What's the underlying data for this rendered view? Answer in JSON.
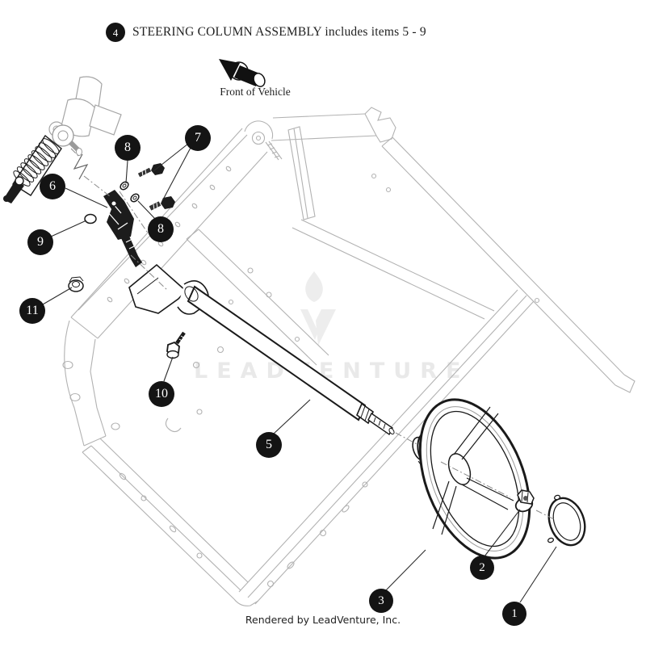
{
  "header": {
    "assembly_callout_number": "4",
    "assembly_title": "STEERING COLUMN ASSEMBLY includes items 5 - 9"
  },
  "orientation": {
    "label": "Front of Vehicle"
  },
  "watermark": {
    "text": "LEADVENTURE"
  },
  "footer": {
    "credit": "Rendered by LeadVenture, Inc."
  },
  "callouts": [
    {
      "number": "1"
    },
    {
      "number": "2"
    },
    {
      "number": "3"
    },
    {
      "number": "5"
    },
    {
      "number": "6"
    },
    {
      "number": "7"
    },
    {
      "number": "8"
    },
    {
      "number": "8"
    },
    {
      "number": "9"
    },
    {
      "number": "10"
    },
    {
      "number": "11"
    }
  ],
  "colors": {
    "callout_bg": "#141414",
    "callout_text": "#ffffff",
    "part_line": "#1a1a1a",
    "frame_line": "#b2b2b2",
    "watermark": "#e9e9e9",
    "text": "#1f1f1f"
  }
}
